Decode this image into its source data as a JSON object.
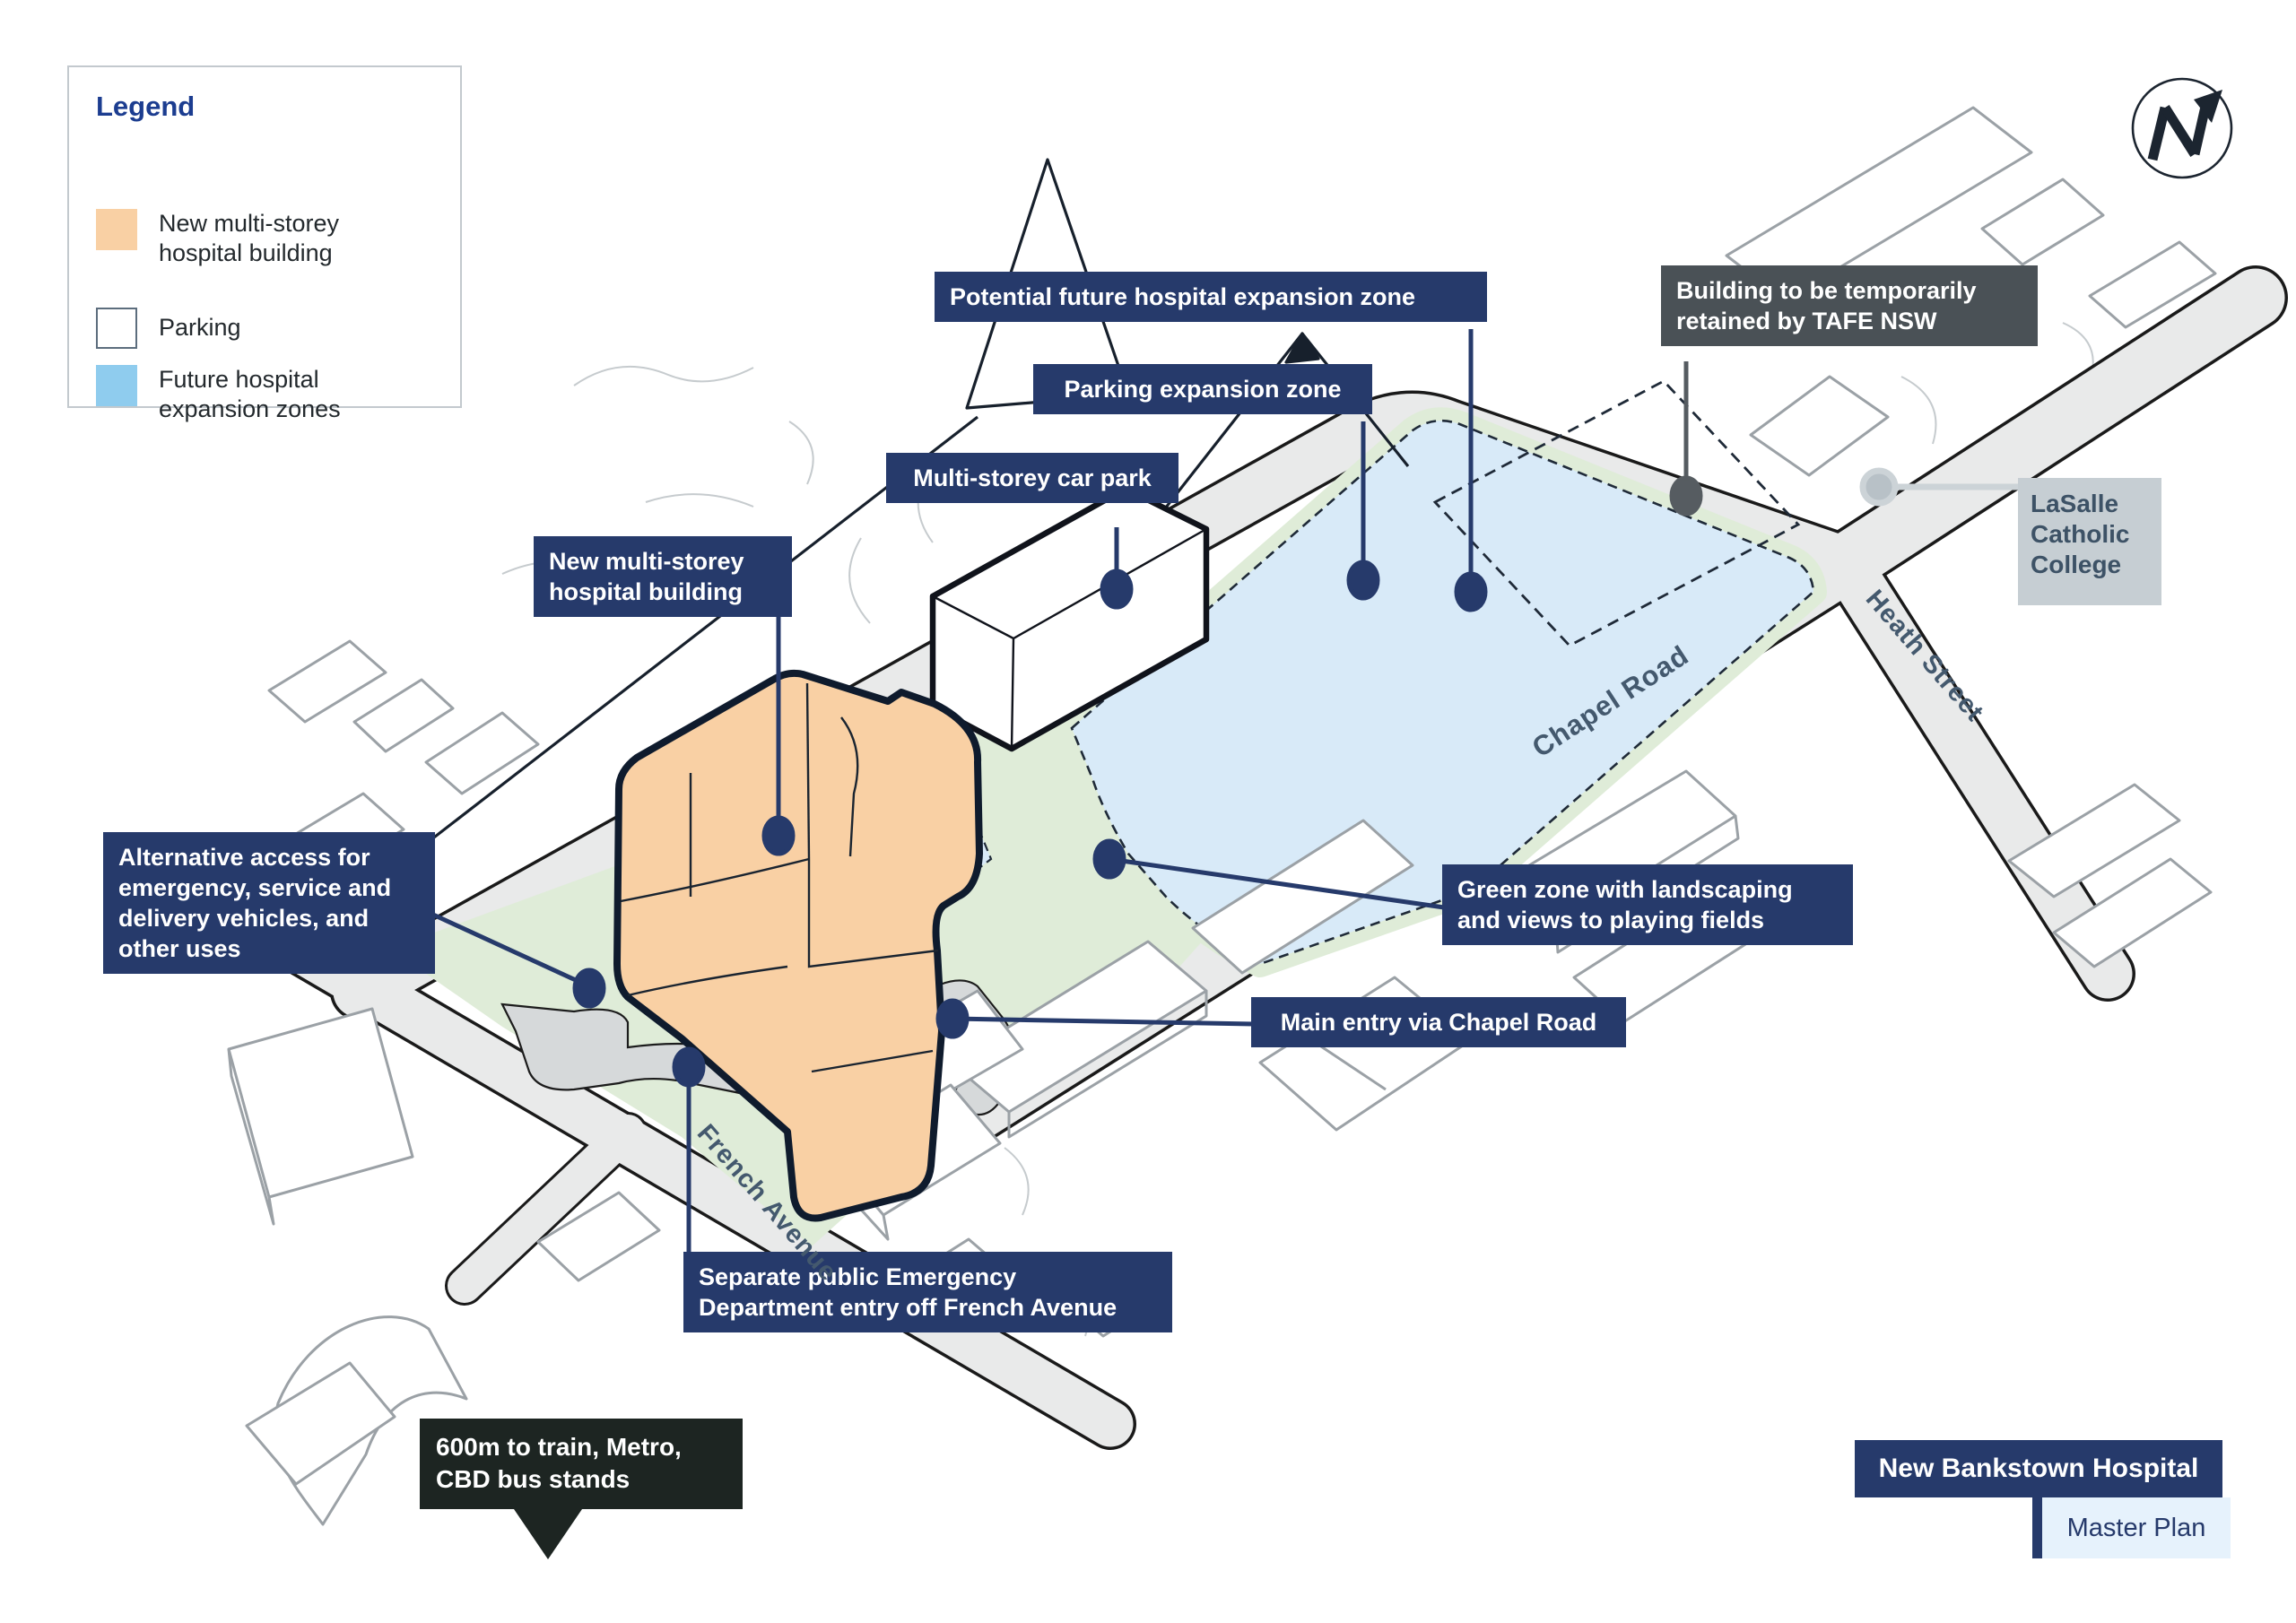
{
  "legend": {
    "title": "Legend",
    "items": [
      {
        "label": "New multi-storey hospital building",
        "color": "#f9d0a4"
      },
      {
        "label": "Parking",
        "color": "#ffffff"
      },
      {
        "label": "Future hospital expansion zones",
        "color": "#8fccee"
      }
    ]
  },
  "callouts": {
    "potential_expansion": "Potential future hospital expansion zone",
    "parking_expansion": "Parking expansion zone",
    "car_park": "Multi-storey car park",
    "tafe": "Building to be temporarily retained by TAFE NSW",
    "hospital": "New multi-storey hospital building",
    "alt_access": "Alternative access for emergency, service and delivery vehicles, and other uses",
    "green_zone": "Green zone with landscaping and views to playing fields",
    "main_entry": "Main entry via Chapel Road",
    "ed_entry": "Separate public Emergency Department entry off French Avenue",
    "transit": "600m to train, Metro, CBD bus stands"
  },
  "roads": {
    "chapel": "Chapel Road",
    "heath": "Heath Street",
    "french": "French Avenue"
  },
  "landmarks": {
    "lasalle": "LaSalle Catholic College"
  },
  "title_block": {
    "title": "New Bankstown Hospital",
    "subtitle": "Master Plan"
  },
  "colors": {
    "banner_navy": "#263a6b",
    "banner_gray": "#4a5156",
    "banner_black": "#1d2522",
    "hospital_orange": "#f9d0a4",
    "expansion_blue": "#d8eaf8",
    "legend_blue": "#8fccee",
    "green_zone": "#dfecd8",
    "road_gray": "#e9eaea"
  }
}
